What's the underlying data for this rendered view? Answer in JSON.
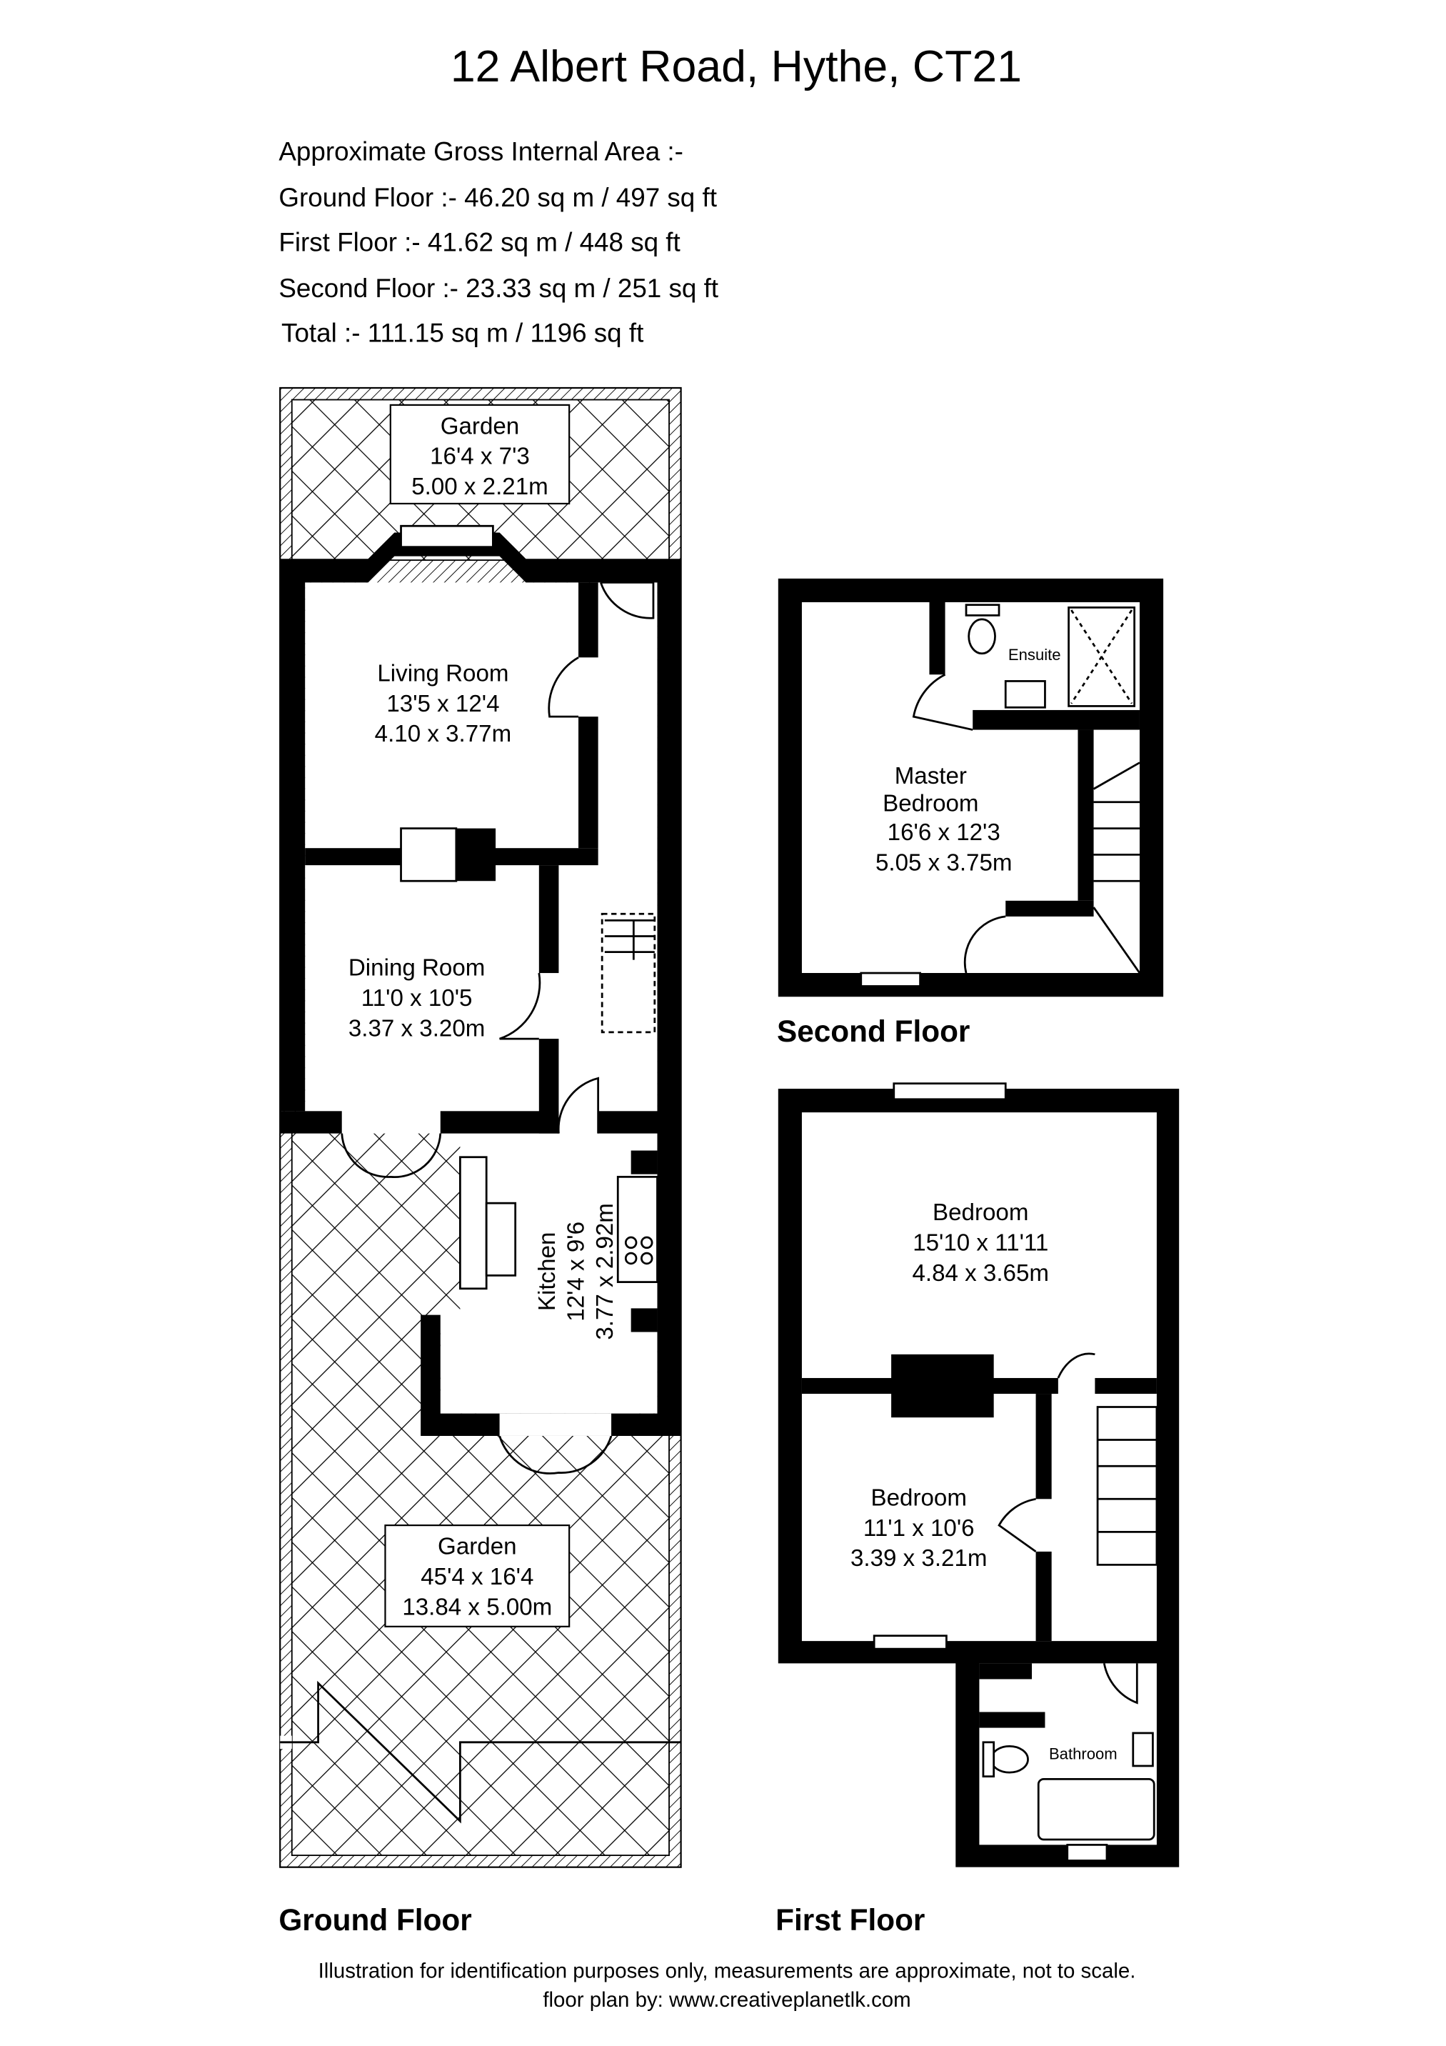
{
  "title": "12 Albert Road, Hythe, CT21",
  "area": {
    "heading": "Approximate Gross Internal Area :-",
    "ground": "Ground Floor :- 46.20 sq m / 497 sq ft",
    "first": "First Floor :- 41.62 sq m / 448 sq ft",
    "second": "Second Floor :- 23.33 sq m / 251 sq ft",
    "total": "Total :- 111.15 sq m / 1196 sq ft"
  },
  "rooms": {
    "garden_top": {
      "name": "Garden",
      "imperial": "16'4 x 7'3",
      "metric": "5.00 x 2.21m"
    },
    "living": {
      "name": "Living Room",
      "imperial": "13'5 x 12'4",
      "metric": "4.10 x 3.77m"
    },
    "dining": {
      "name": "Dining Room",
      "imperial": "11'0 x 10'5",
      "metric": "3.37 x 3.20m"
    },
    "kitchen": {
      "name": "Kitchen",
      "imperial": "12'4 x 9'6",
      "metric": "3.77 x 2.92m"
    },
    "garden_bottom": {
      "name": "Garden",
      "imperial": "45'4 x 16'4",
      "metric": "13.84 x 5.00m"
    },
    "master": {
      "name1": "Master",
      "name2": "Bedroom",
      "imperial": "16'6 x 12'3",
      "metric": "5.05 x 3.75m"
    },
    "ensuite": {
      "name": "Ensuite"
    },
    "bedroom1": {
      "name": "Bedroom",
      "imperial": "15'10 x 11'11",
      "metric": "4.84 x 3.65m"
    },
    "bedroom2": {
      "name": "Bedroom",
      "imperial": "11'1 x 10'6",
      "metric": "3.39 x 3.21m"
    },
    "bathroom": {
      "name": "Bathroom"
    }
  },
  "floors": {
    "ground": "Ground Floor",
    "first": "First Floor",
    "second": "Second Floor"
  },
  "footer": {
    "disclaimer": "Illustration for identification purposes only, measurements are approximate, not to scale.",
    "credit": "floor plan by: www.creativeplanetlk.com"
  }
}
